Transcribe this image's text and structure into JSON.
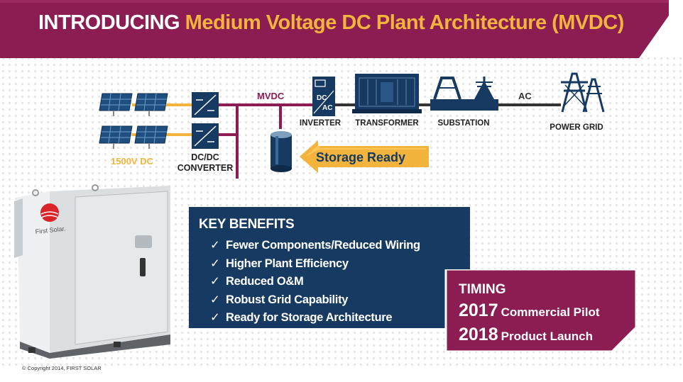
{
  "banner": {
    "prefix": "INTRODUCING",
    "title": "Medium Voltage DC Plant Architecture (MVDC)"
  },
  "diagram": {
    "pv_label": "1500V DC",
    "converter_label_1": "DC/DC",
    "converter_label_2": "CONVERTER",
    "mvdc_label": "MVDC",
    "inverter_label": "INVERTER",
    "inverter_dc": "DC",
    "inverter_ac": "AC",
    "transformer_label": "TRANSFORMER",
    "substation_label": "SUBSTATION",
    "ac_label": "AC",
    "grid_label": "POWER GRID",
    "storage_label": "Storage Ready"
  },
  "cabinet": {
    "brand": "First Solar."
  },
  "benefits": {
    "title": "KEY BENEFITS",
    "items": [
      "Fewer Components/Reduced Wiring",
      "Higher Plant Efficiency",
      "Reduced O&M",
      "Robust Grid Capability",
      "Ready for Storage Architecture"
    ]
  },
  "timing": {
    "title": "TIMING",
    "rows": [
      {
        "year": "2017",
        "text": "Commercial Pilot"
      },
      {
        "year": "2018",
        "text": "Product Launch"
      }
    ]
  },
  "footer": {
    "copyright": "© Copyright 2014, FIRST SOLAR"
  },
  "colors": {
    "banner": "#8b1d52",
    "accent_yellow": "#f2b43c",
    "navy": "#163a61",
    "mvdc_line": "#8b1d52",
    "timing_box": "#8b1d52"
  }
}
